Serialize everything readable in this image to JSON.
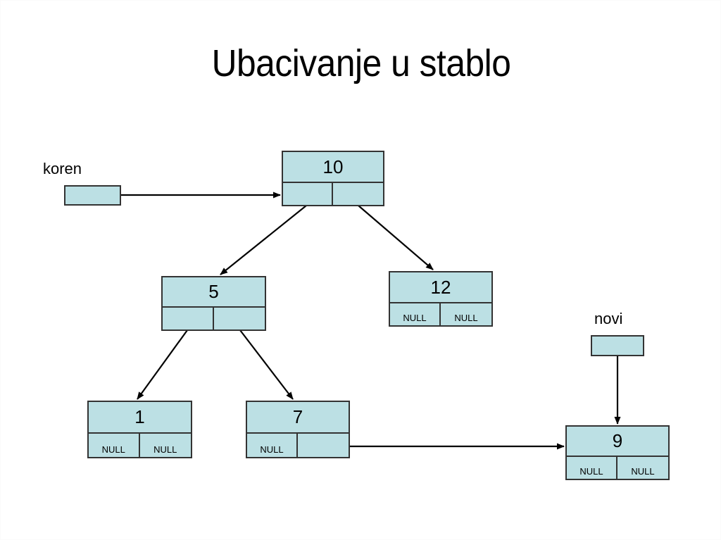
{
  "slide": {
    "title": "Ubacivanje u stablo",
    "background_color": "#ffffff",
    "node_fill_color": "#bce0e4",
    "node_border_color": "#333333",
    "arrow_color": "#000000"
  },
  "pointers": [
    {
      "name": "koren",
      "label": "koren",
      "value": "",
      "points_to": "10"
    },
    {
      "name": "novi",
      "label": "novi",
      "value": "",
      "points_to": "9"
    }
  ],
  "nodes": [
    {
      "id": "root",
      "value": "10",
      "left": "",
      "right": ""
    },
    {
      "id": "five",
      "value": "5",
      "left": "",
      "right": ""
    },
    {
      "id": "twelve",
      "value": "12",
      "left": "NULL",
      "right": "NULL"
    },
    {
      "id": "one",
      "value": "1",
      "left": "NULL",
      "right": "NULL"
    },
    {
      "id": "seven",
      "value": "7",
      "left": "NULL",
      "right": ""
    },
    {
      "id": "nine",
      "value": "9",
      "left": "NULL",
      "right": "NULL"
    }
  ],
  "edges": [
    {
      "from": "koren",
      "to": "root",
      "kind": "horizontal"
    },
    {
      "from": "root.left",
      "to": "five",
      "kind": "diagonal"
    },
    {
      "from": "root.right",
      "to": "twelve",
      "kind": "diagonal"
    },
    {
      "from": "five.left",
      "to": "one",
      "kind": "diagonal"
    },
    {
      "from": "five.right",
      "to": "seven",
      "kind": "diagonal"
    },
    {
      "from": "seven.right",
      "to": "nine",
      "kind": "horizontal"
    },
    {
      "from": "novi",
      "to": "nine",
      "kind": "vertical"
    }
  ]
}
